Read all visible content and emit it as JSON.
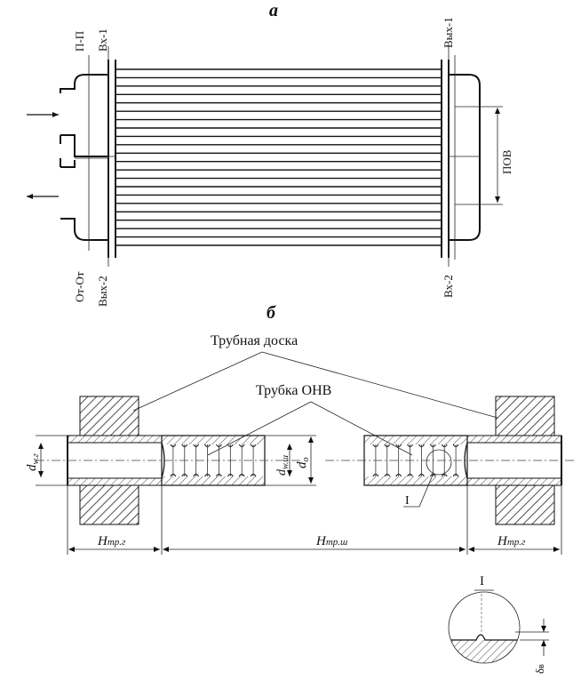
{
  "panel_a": {
    "letter": "а",
    "left_top_labels": [
      "П-П",
      "Вх-1"
    ],
    "left_bottom_labels": [
      "От-От",
      "Вых-2"
    ],
    "right_top_label": "Вых-1",
    "right_bottom_label": "Вх-2",
    "right_dimension_label": "ПОВ"
  },
  "panel_b": {
    "letter": "б",
    "callout_tube_sheet": "Трубная доска",
    "callout_tube": "Трубка ОНВ",
    "detail_marker": "I",
    "dim_dw_g": {
      "main": "d",
      "sub": "w.г"
    },
    "dim_dw_sh": {
      "main": "d",
      "sub": "w.ш"
    },
    "dim_do": {
      "main": "d",
      "sub": "о"
    },
    "dim_h_left": {
      "main": "H",
      "sub": "тр.г"
    },
    "dim_h_mid": {
      "main": "H",
      "sub": "тр.ш"
    },
    "dim_h_right": {
      "main": "H",
      "sub": "тр.г"
    }
  },
  "detail": {
    "title": "I",
    "dim_delta": {
      "main": "δ",
      "sub": "в"
    }
  }
}
